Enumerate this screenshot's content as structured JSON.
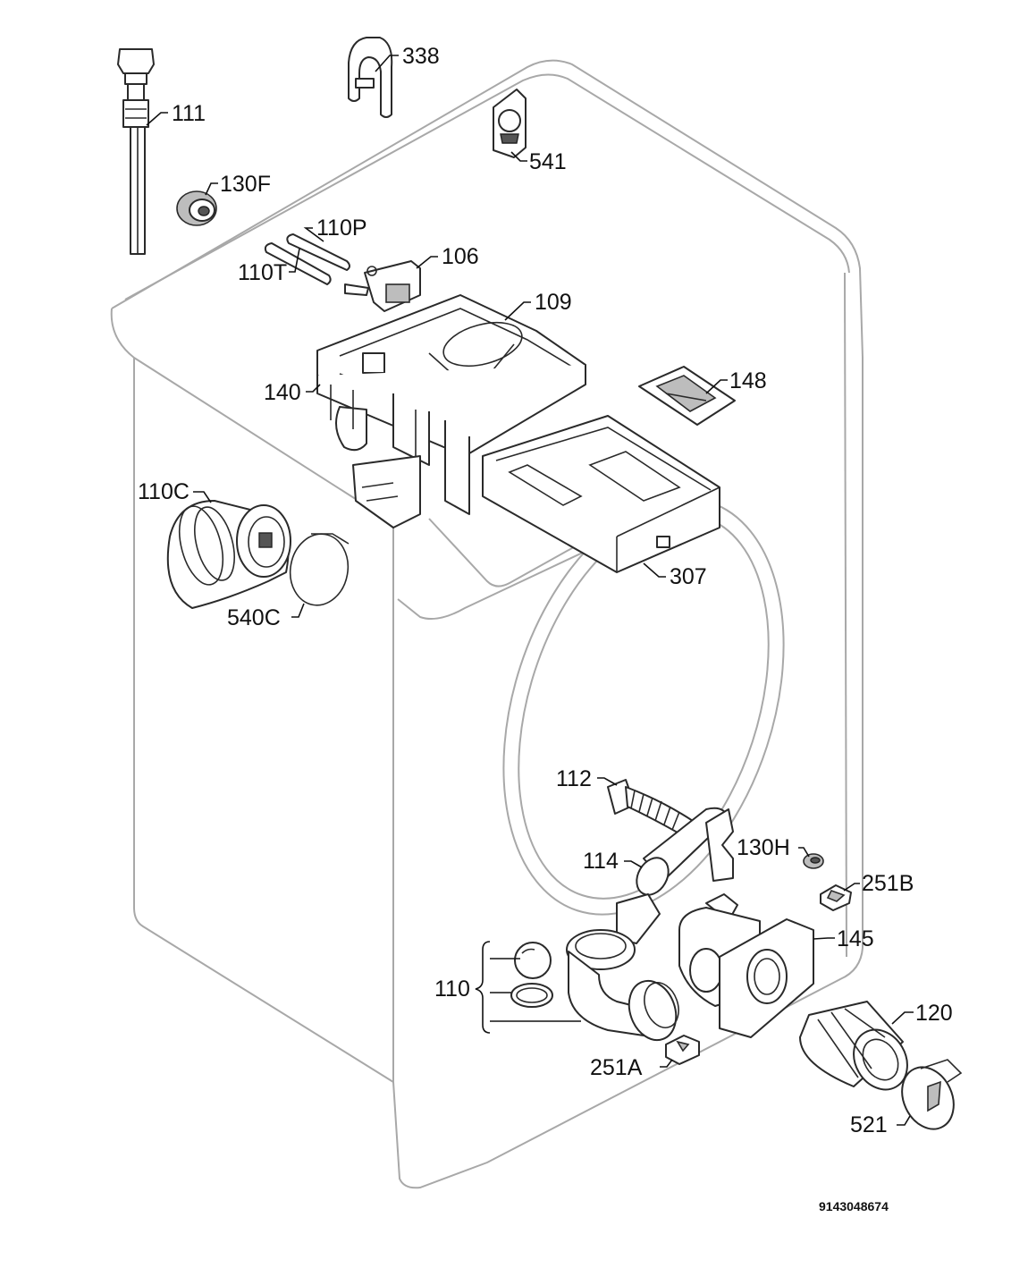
{
  "labels": {
    "p111": "111",
    "p338": "338",
    "p541": "541",
    "p130f": "130F",
    "p110p": "110P",
    "p110t": "110T",
    "p106": "106",
    "p109": "109",
    "p140": "140",
    "p148": "148",
    "p110c": "110C",
    "p540c": "540C",
    "p307": "307",
    "p112": "112",
    "p114": "114",
    "p130h": "130H",
    "p251b": "251B",
    "p145": "145",
    "p110": "110",
    "p120": "120",
    "p251a": "251A",
    "p521": "521"
  },
  "document_id": "9143048674"
}
